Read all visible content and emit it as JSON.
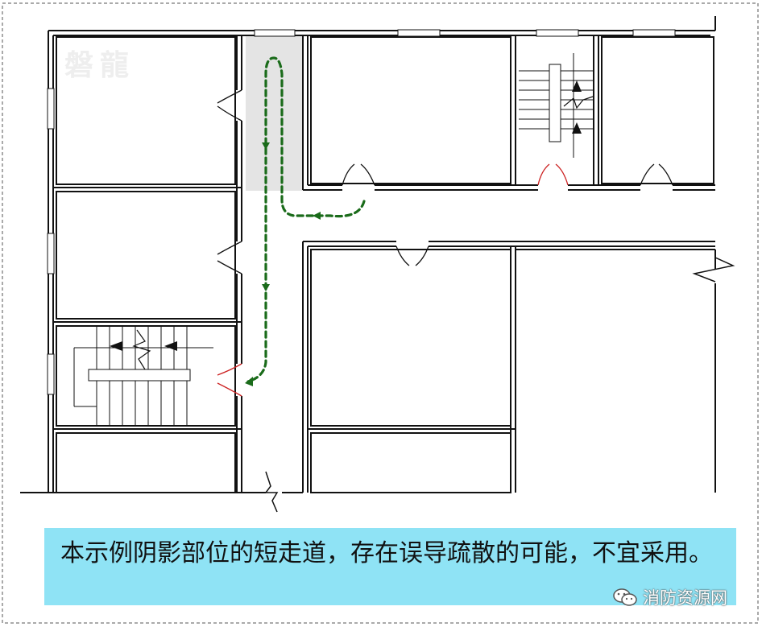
{
  "caption": "本示例阴影部位的短走道，存在误导疏散的可能，不宜采用。",
  "watermark": "消防资源网",
  "corner_logo": "磐龍",
  "icons": {
    "watermark_icon": "wechat-icon",
    "stair_arrow": "stair-direction-arrow-icon",
    "flow_arrow": "evacuation-arrow-icon"
  },
  "colors": {
    "wall": "#111111",
    "shaded_corridor": "#e4e4e4",
    "evacuation_path": "#1a6b1a",
    "stair_door": "#cc2222",
    "caption_background": "#8fe3f5"
  }
}
